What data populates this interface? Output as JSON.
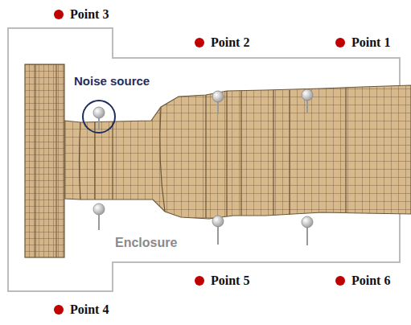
{
  "diagram": {
    "labels": [
      "Point 3",
      "Point 2",
      "Point 1",
      "Noise source",
      "Enclosure",
      "Point 5",
      "Point 6",
      "Point 4"
    ]
  }
}
